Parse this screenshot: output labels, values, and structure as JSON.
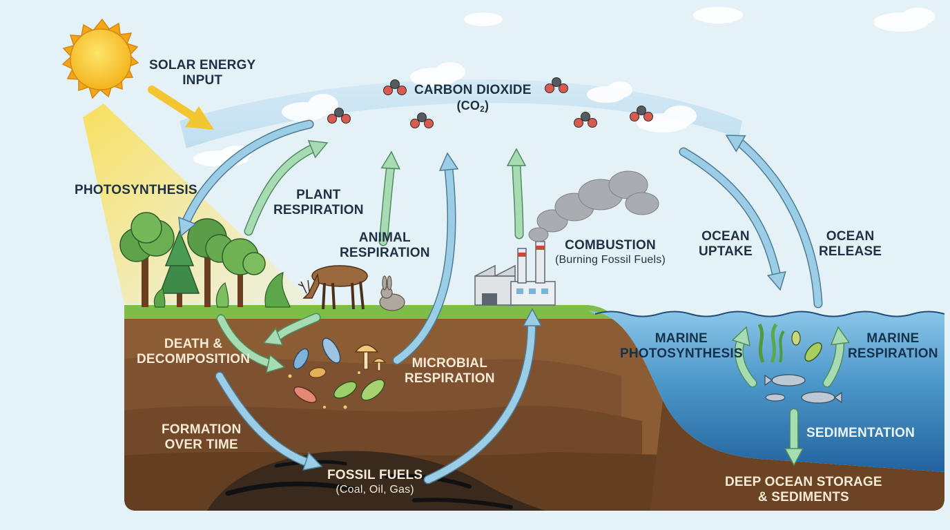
{
  "labels": {
    "solar": [
      "SOLAR ENERGY",
      "INPUT"
    ],
    "co2_title": "CARBON DIOXIDE",
    "co2_formula": {
      "prefix": "(CO",
      "subscript": "2",
      "suffix": ")"
    },
    "photosynthesis": "PHOTOSYNTHESIS",
    "plant_respiration": [
      "PLANT",
      "RESPIRATION"
    ],
    "animal_respiration": [
      "ANIMAL",
      "RESPIRATION"
    ],
    "combustion": "COMBUSTION",
    "combustion_sub": "(Burning Fossil Fuels)",
    "ocean_uptake": [
      "OCEAN",
      "UPTAKE"
    ],
    "ocean_release": [
      "OCEAN",
      "RELEASE"
    ],
    "death_decomposition": [
      "DEATH &",
      "DECOMPOSITION"
    ],
    "microbial_respiration": [
      "MICROBIAL",
      "RESPIRATION"
    ],
    "formation": [
      "FORMATION",
      "OVER TIME"
    ],
    "fossil_fuels": "FOSSIL FUELS",
    "fossil_fuels_sub": "(Coal, Oil, Gas)",
    "marine_photosynthesis": [
      "MARINE",
      "PHOTOSYNTHESIS"
    ],
    "marine_respiration": [
      "MARINE",
      "RESPIRATION"
    ],
    "sedimentation": "SEDIMENTATION",
    "deep_ocean": [
      "DEEP OCEAN STORAGE",
      "& SEDIMENTS"
    ]
  },
  "colors": {
    "sky": "#e4f1f6",
    "sun": "#f7c531",
    "co2_band": "#c9e3f2",
    "soil_top": "#8a5b34",
    "soil_deep": "#6a4424",
    "grass": "#7dbd48",
    "ocean": "#3f8fc2",
    "arrow_blue": "#9ccde6",
    "arrow_green": "#a7dcb3",
    "label_dark": "#1d3145",
    "label_light": "#f7ead5"
  }
}
